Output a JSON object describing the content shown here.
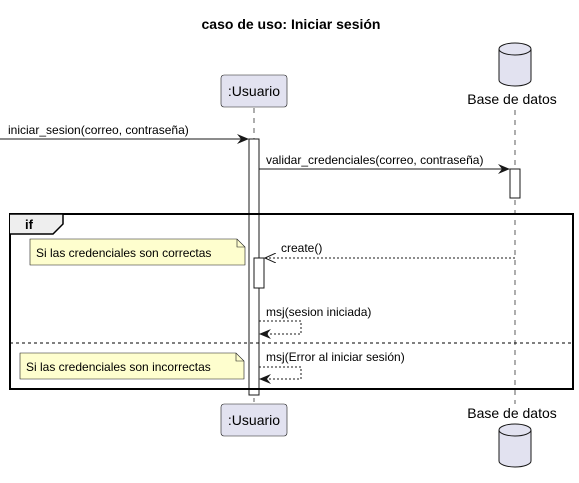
{
  "diagram": {
    "title": "caso de uso: Iniciar sesión",
    "participants": {
      "usuario": {
        "label": ":Usuario"
      },
      "base_datos": {
        "label": "Base de datos"
      }
    },
    "messages": {
      "m1": "iniciar_sesion(correo, contraseña)",
      "m2": "validar_credenciales(correo, contraseña)",
      "m3": "create()",
      "m4": "msj(sesion iniciada)",
      "m5": "msj(Error al iniciar sesión)"
    },
    "fragment": {
      "keyword": "if"
    },
    "notes": {
      "n1": "Si las credenciales son correctas",
      "n2": "Si las credenciales son incorrectas"
    },
    "colors": {
      "participant_fill": "#e2e2f0",
      "participant_stroke": "#181818",
      "note_fill": "#fefece",
      "lifeline": "#181818"
    }
  }
}
